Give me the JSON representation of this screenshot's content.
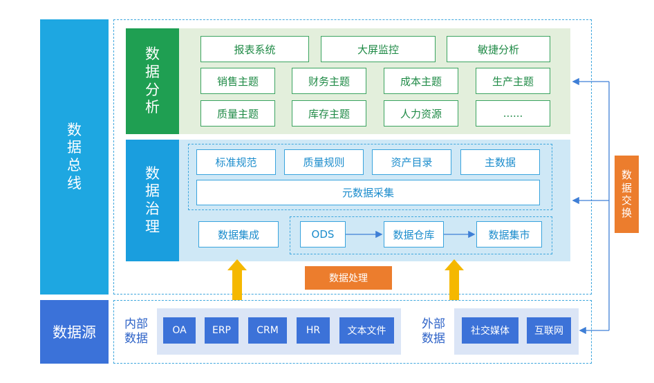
{
  "left": {
    "bus_chars": [
      "数",
      "据",
      "总",
      "线"
    ],
    "source_label": "数据源"
  },
  "analysis": {
    "title_chars": [
      "数",
      "据",
      "分",
      "析"
    ],
    "row1": [
      "报表系统",
      "大屏监控",
      "敏捷分析"
    ],
    "row2": [
      "销售主题",
      "财务主题",
      "成本主题",
      "生产主题"
    ],
    "row3": [
      "质量主题",
      "库存主题",
      "人力资源",
      "......"
    ]
  },
  "governance": {
    "title_chars": [
      "数",
      "据",
      "治",
      "理"
    ],
    "row1": [
      "标准规范",
      "质量规则",
      "资产目录",
      "主数据"
    ],
    "metadata": "元数据采集",
    "integration": "数据集成",
    "pipeline": [
      "ODS",
      "数据仓库",
      "数据集市"
    ]
  },
  "processing_label": "数据处理",
  "exchange_chars": [
    "数",
    "据",
    "交",
    "换"
  ],
  "sources": {
    "internal_chars": [
      "内部",
      "数据"
    ],
    "internal": [
      "OA",
      "ERP",
      "CRM",
      "HR",
      "文本文件"
    ],
    "external_chars": [
      "外部",
      "数据"
    ],
    "external": [
      "社交媒体",
      "互联网"
    ]
  },
  "colors": {
    "bus": "#1ea7e1",
    "source_bar": "#3b72d9",
    "analysis_green": "#1f9f52",
    "governance_blue": "#1a9ede",
    "exchange_orange": "#ec7d2d",
    "arrow_yellow": "#f5b800",
    "connector_blue": "#3f7fd6"
  }
}
